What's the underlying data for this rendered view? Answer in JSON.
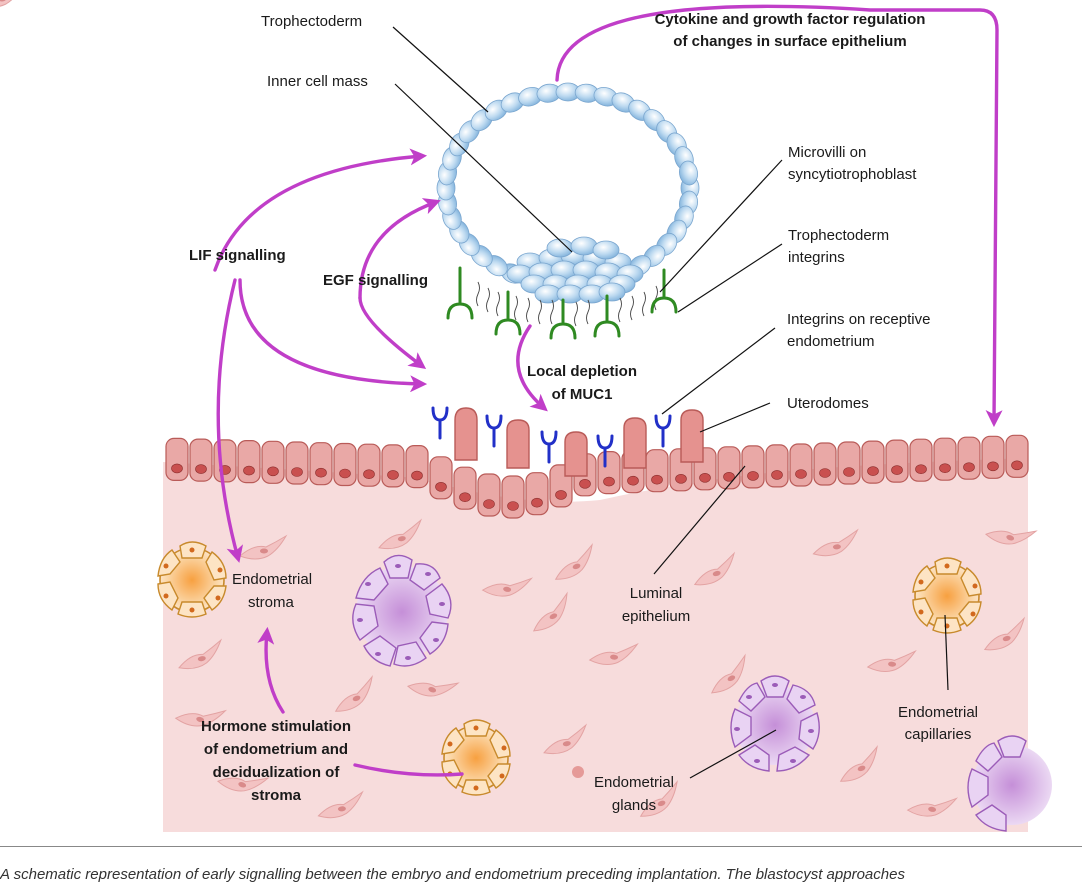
{
  "labels": {
    "trophectoderm": "Trophectoderm",
    "inner_cell_mass": "Inner cell mass",
    "cytokine_line1": "Cytokine and growth factor regulation",
    "cytokine_line2": "of changes in surface epithelium",
    "microvilli_line1": "Microvilli on",
    "microvilli_line2": "syncytiotrophoblast",
    "troph_integrins_line1": "Trophectoderm",
    "troph_integrins_line2": "integrins",
    "lif": "LIF signalling",
    "egf": "EGF signalling",
    "integrins_receptive_line1": "Integrins on receptive",
    "integrins_receptive_line2": "endometrium",
    "muc1_line1": "Local depletion",
    "muc1_line2": "of MUC1",
    "uterodomes": "Uterodomes",
    "stroma_line1": "Endometrial",
    "stroma_line2": "stroma",
    "luminal_line1": "Luminal",
    "luminal_line2": "epithelium",
    "hormone_line1": "Hormone stimulation",
    "hormone_line2": "of endometrium and",
    "hormone_line3": "decidualization of",
    "hormone_line4": "stroma",
    "capillaries_line1": "Endometrial",
    "capillaries_line2": "capillaries",
    "glands_line1": "Endometrial",
    "glands_line2": "glands"
  },
  "caption": "A schematic representation of early signalling between the embryo and endometrium preceding implantation. The blastocyst approaches",
  "colors": {
    "signal_arrow": "#c03ec8",
    "tissue": "#f6dede",
    "epithelial_cell": "#e9a8a6",
    "nucleus": "#c9504f",
    "trophectoderm_cell": "#a9cdea",
    "receptor_blue": "#2230c8",
    "integrin_green": "#2f8a22",
    "gland_purple": "#d6b3e6",
    "capillary_orange": "#f6b45a"
  }
}
